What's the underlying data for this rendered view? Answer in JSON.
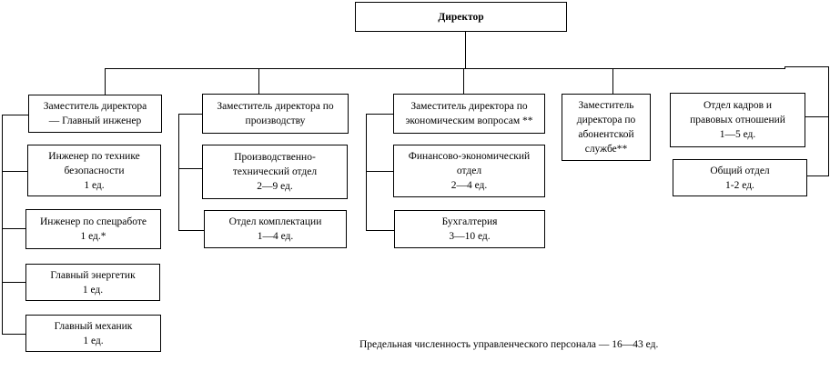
{
  "director": {
    "title": "Директор"
  },
  "branches": [
    {
      "head": [
        "Заместитель директора",
        "— Главный инженер"
      ],
      "children": [
        [
          "Инженер по технике",
          "безопасности",
          "1 ед."
        ],
        [
          "Инженер по спецработе",
          "1 ед.*"
        ],
        [
          "Главный энергетик",
          "1 ед."
        ],
        [
          "Главный механик",
          "1 ед."
        ]
      ]
    },
    {
      "head": [
        "Заместитель директора по",
        "производству"
      ],
      "children": [
        [
          "Производственно-",
          "технический отдел",
          "2—9 ед."
        ],
        [
          "Отдел комплектации",
          "1—4 ед."
        ]
      ]
    },
    {
      "head": [
        "Заместитель директора по",
        "экономическим вопросам **"
      ],
      "children": [
        [
          "Финансово-экономический",
          "отдел",
          "2—4 ед."
        ],
        [
          "Бухгалтерия",
          "3—10 ед."
        ]
      ]
    },
    {
      "head": [
        "Заместитель",
        "директора по",
        "абонентской",
        "службе**"
      ],
      "children": []
    }
  ],
  "direct_departments": [
    [
      "Отдел кадров и",
      "правовых отношений",
      "1—5 ед."
    ],
    [
      "Общий отдел",
      "1-2 ед."
    ]
  ],
  "footer": "Предельная численность управленческого персонала — 16—43 ед."
}
